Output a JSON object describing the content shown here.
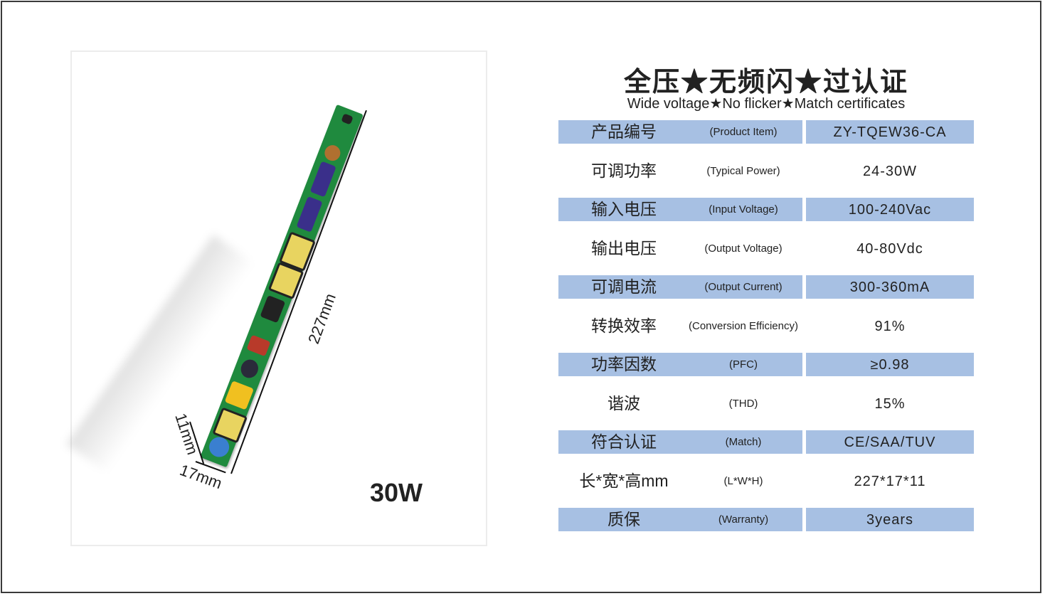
{
  "header": {
    "title_cn": "全压★无频闪★过认证",
    "title_en": "Wide voltage★No flicker★Match certificates"
  },
  "product": {
    "wattage": "30W",
    "dimensions": {
      "length": "227mm",
      "width": "17mm",
      "height": "11mm"
    }
  },
  "specs": [
    {
      "cn": "产品编号",
      "en": "(Product Item)",
      "value": "ZY-TQEW36-CA"
    },
    {
      "cn": "可调功率",
      "en": "(Typical Power)",
      "value": "24-30W"
    },
    {
      "cn": "输入电压",
      "en": "(Input Voltage)",
      "value": "100-240Vac"
    },
    {
      "cn": "输出电压",
      "en": "(Output Voltage)",
      "value": "40-80Vdc"
    },
    {
      "cn": "可调电流",
      "en": "(Output Current)",
      "value": "300-360mA"
    },
    {
      "cn": "转换效率",
      "en": "(Conversion Efficiency)",
      "value": "91%"
    },
    {
      "cn": "功率因数",
      "en": "(PFC)",
      "value": "≥0.98"
    },
    {
      "cn": "谐波",
      "en": "(THD)",
      "value": "15%"
    },
    {
      "cn": "符合认证",
      "en": "(Match)",
      "value": "CE/SAA/TUV"
    },
    {
      "cn": "长*宽*高mm",
      "en": "(L*W*H)",
      "value": "227*17*11"
    },
    {
      "cn": "质保",
      "en": "(Warranty)",
      "value": "3years"
    }
  ],
  "colors": {
    "row_shade": "#a7c0e3",
    "pcb": "#1f8a3e",
    "text": "#222222"
  }
}
